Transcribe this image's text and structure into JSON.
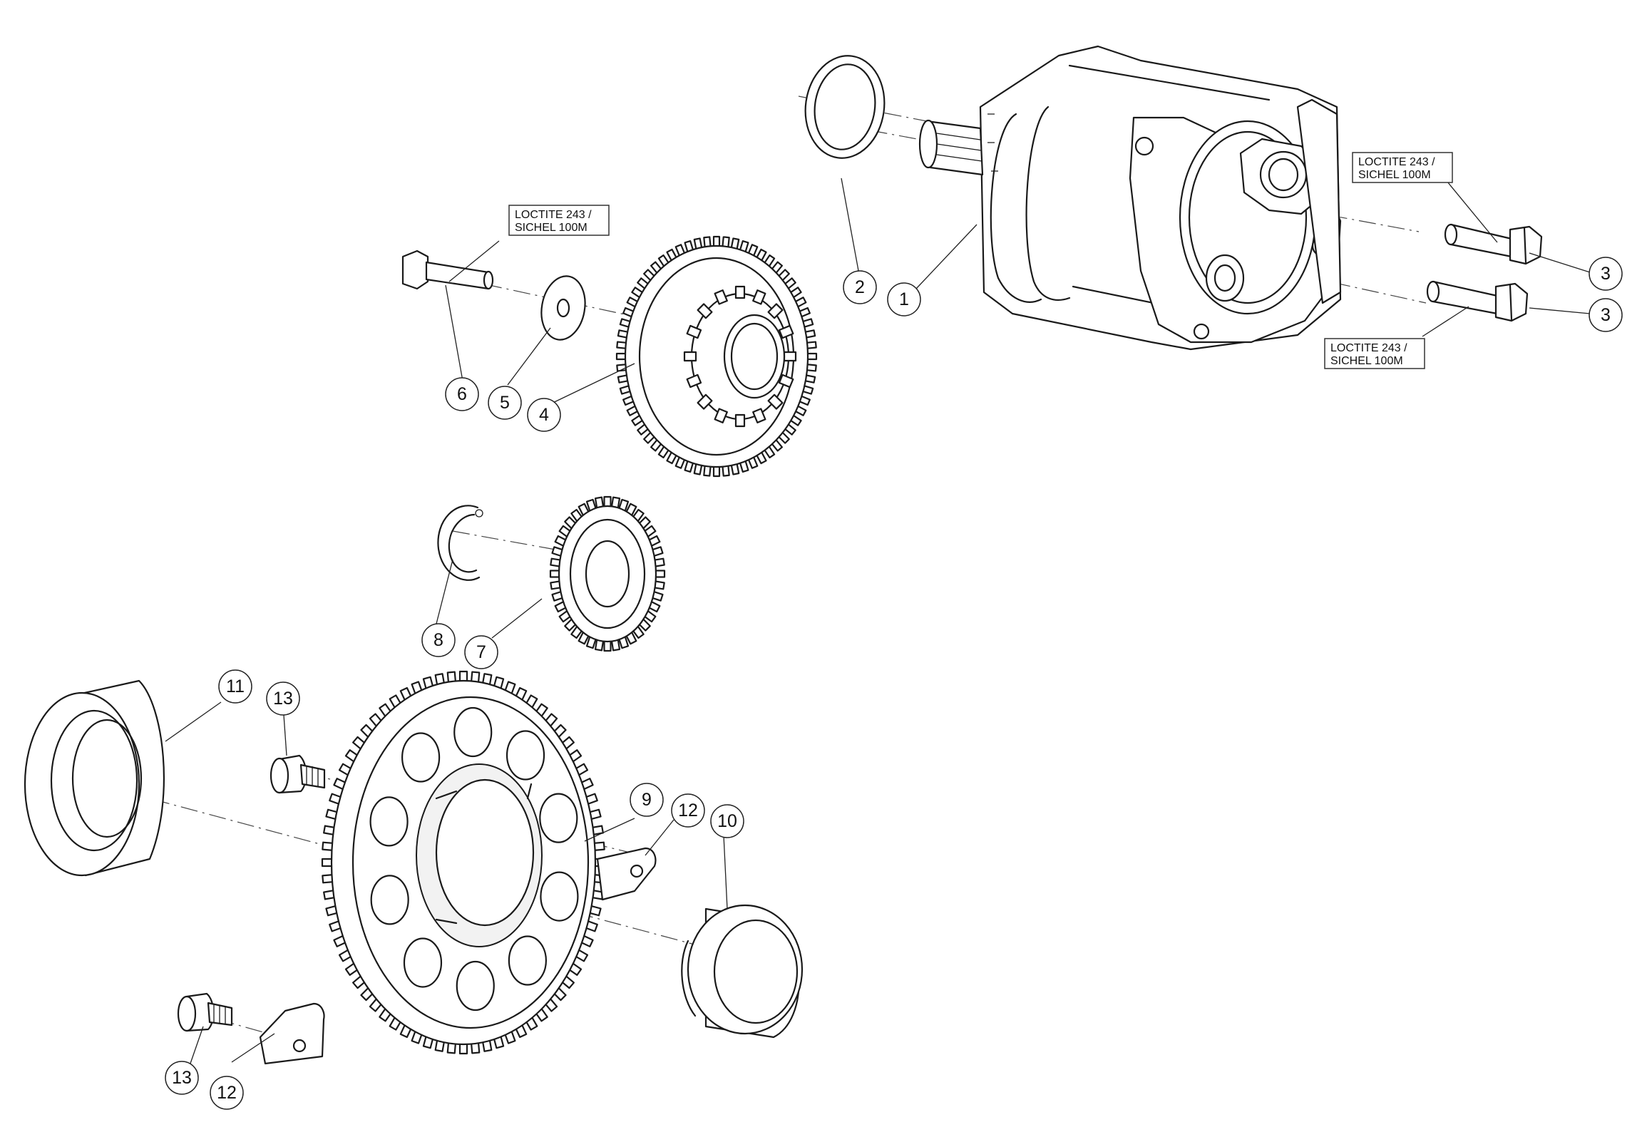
{
  "diagram": {
    "callouts": [
      {
        "label": "1"
      },
      {
        "label": "2"
      },
      {
        "label": "3"
      },
      {
        "label": "3"
      },
      {
        "label": "4"
      },
      {
        "label": "5"
      },
      {
        "label": "6"
      },
      {
        "label": "7"
      },
      {
        "label": "8"
      },
      {
        "label": "9"
      },
      {
        "label": "10"
      },
      {
        "label": "11"
      },
      {
        "label": "12"
      },
      {
        "label": "12"
      },
      {
        "label": "13"
      },
      {
        "label": "13"
      }
    ],
    "notes": [
      {
        "line1": "LOCTITE 243 /",
        "line2": "SICHEL 100M"
      },
      {
        "line1": "LOCTITE 243 /",
        "line2": "SICHEL 100M"
      },
      {
        "line1": "LOCTITE 243 /",
        "line2": "SICHEL 100M"
      }
    ]
  }
}
